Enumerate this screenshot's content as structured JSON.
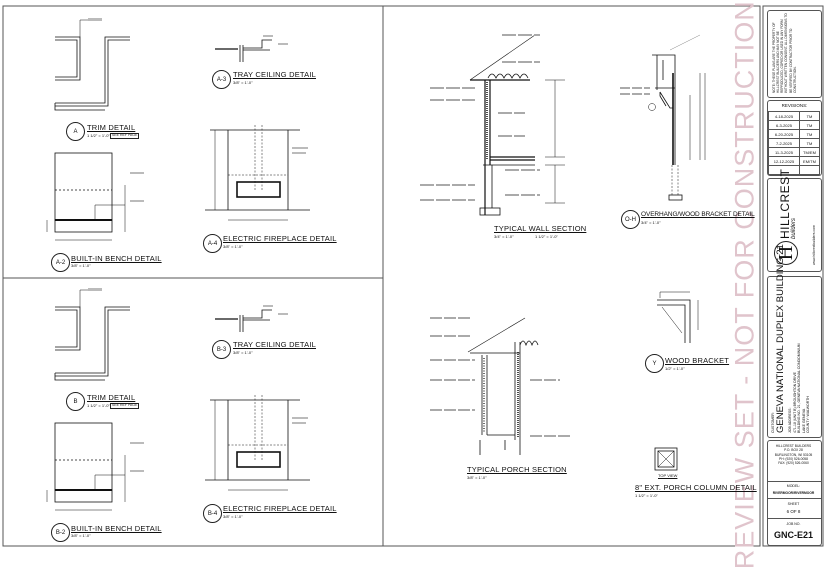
{
  "watermark": "REVIEW SET - NOT FOR CONSTRUCTION!!!",
  "details": {
    "a_trim": {
      "id": "A",
      "title": "TRIM DETAIL",
      "scale": "1 1/2\" = 1'-0\"",
      "tag": "SEE REF PAGE"
    },
    "a3_tray": {
      "id": "A-3",
      "title": "TRAY CEILING DETAIL",
      "scale": "3/8\" = 1'-0\""
    },
    "a2_bench": {
      "id": "A-2",
      "title": "BUILT-IN BENCH DETAIL",
      "scale": "3/8\" = 1'-0\""
    },
    "a4_fireplace": {
      "id": "A-4",
      "title": "ELECTRIC FIREPLACE DETAIL",
      "scale": "3/8\" = 1'-0\""
    },
    "b_trim": {
      "id": "B",
      "title": "TRIM DETAIL",
      "scale": "1 1/2\" = 1'-0\"",
      "tag": "SEE REF PAGE"
    },
    "b3_tray": {
      "id": "B-3",
      "title": "TRAY CEILING DETAIL",
      "scale": "3/8\" = 1'-0\""
    },
    "b2_bench": {
      "id": "B-2",
      "title": "BUILT-IN BENCH DETAIL",
      "scale": "3/8\" = 1'-0\""
    },
    "b4_fireplace": {
      "id": "B-4",
      "title": "ELECTRIC FIREPLACE DETAIL",
      "scale": "3/8\" = 1'-0\""
    },
    "wall_section": {
      "title": "TYPICAL WALL SECTION",
      "scale": "3/4\" = 1'-0\"",
      "scale2": "1 1/2\" = 1'-0\""
    },
    "overhang": {
      "id": "O-H",
      "title": "OVERHANG/WOOD BRACKET DETAIL",
      "scale": "3/4\" = 1'-0\""
    },
    "porch_section": {
      "title": "TYPICAL PORCH SECTION",
      "scale": "3/8\" = 1'-0\""
    },
    "wood_bracket": {
      "id": "Y",
      "title": "WOOD BRACKET",
      "scale": "1/2\" = 1'-0\""
    },
    "porch_column": {
      "title": "8\" EXT. PORCH COLUMN DETAIL",
      "scale": "1 1/2\" = 1'-0\"",
      "top_view": "TOP VIEW"
    }
  },
  "title_block": {
    "notice": "NOTE: THESE PLANS ARE THE PROPERTY OF HILLCREST BUILDERS AND MAY NOT BE REPRODUCED, COPIED OR USED IN ANY FORM WITHOUT WRITTEN CONSENT. ALL DIMENSIONS TO BE VERIFIED BY CONTRACTOR PRIOR TO CONSTRUCTION.",
    "revisions_label": "REVISIONS:",
    "revisions": [
      {
        "date": "4-18-2025",
        "by": "TM"
      },
      {
        "date": "6-3-2025",
        "by": "TM"
      },
      {
        "date": "6-20-2025",
        "by": "TM"
      },
      {
        "date": "7-2-2025",
        "by": "TM"
      },
      {
        "date": "11-3-2025",
        "by": "TM/EM"
      },
      {
        "date": "12-12-2025",
        "by": "EM/TM"
      }
    ],
    "logo_name": "HILLCREST",
    "logo_sub": "builders",
    "logo_web": "www.hillcrestbuilders.com",
    "customer_label": "CUSTOMER:",
    "project": "GENEVA NATIONAL  DUPLEX BUILDING 21",
    "address_lines": [
      "JOB ADDRESS:",
      "471-18 (UNIT B) BROUGHTON DRIVE",
      "BUILDING NO. 21, GENEVA NATIONAL CONDOMINIUM",
      "LAKE GENEVA",
      "COUNTY: WALWORTH"
    ],
    "builder_lines": [
      "HILLCREST BUILDERS",
      "P.O. BOX 28",
      "BURLINGTON, WI 53105",
      "PH: (920) 526-0058",
      "FAX: (920) 526-0060"
    ],
    "model_label": "MODEL:",
    "model": "RIVERMOOR/RIVERMOOR",
    "sheet_label": "SHEET",
    "sheet": "6 OF 8",
    "job_label": "JOB NO.",
    "job_no": "GNC-E21"
  }
}
